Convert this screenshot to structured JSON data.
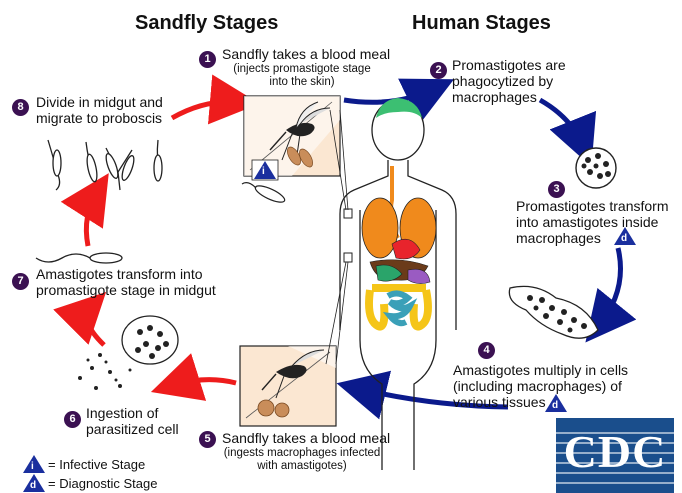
{
  "headings": {
    "sandfly": "Sandfly Stages",
    "human": "Human Stages"
  },
  "steps": [
    {
      "n": "1",
      "lines": [
        "Sandfly takes a blood meal"
      ],
      "sub": [
        "(injects promastigote stage",
        "into the skin)"
      ]
    },
    {
      "n": "2",
      "lines": [
        "Promastigotes are",
        "phagocytized by",
        "macrophages"
      ]
    },
    {
      "n": "3",
      "lines": [
        "Promastigotes transform",
        "into amastigotes inside",
        "macrophages"
      ]
    },
    {
      "n": "4",
      "lines": [
        "Amastigotes multiply in cells",
        "(including macrophages) of",
        "various tissues"
      ]
    },
    {
      "n": "5",
      "lines": [
        "Sandfly takes a blood meal"
      ],
      "sub": [
        "(ingests macrophages infected",
        "with amastigotes)"
      ]
    },
    {
      "n": "6",
      "lines": [
        "Ingestion of",
        "parasitized cell"
      ]
    },
    {
      "n": "7",
      "lines": [
        "Amastigotes transform into",
        "promastigote stage in midgut"
      ]
    },
    {
      "n": "8",
      "lines": [
        "Divide in midgut and",
        "migrate to proboscis"
      ]
    }
  ],
  "legend": {
    "infective": "= Infective Stage",
    "diagnostic": "= Diagnostic Stage",
    "i_symbol": "i",
    "d_symbol": "d"
  },
  "logo": {
    "text": "CDC"
  },
  "colors": {
    "red_arrow": "#ee1c1c",
    "blue_arrow": "#0b1a8c",
    "badge": "#3b1152",
    "marker": "#1a2f9e",
    "cdc_blue": "#1a4e8c"
  }
}
